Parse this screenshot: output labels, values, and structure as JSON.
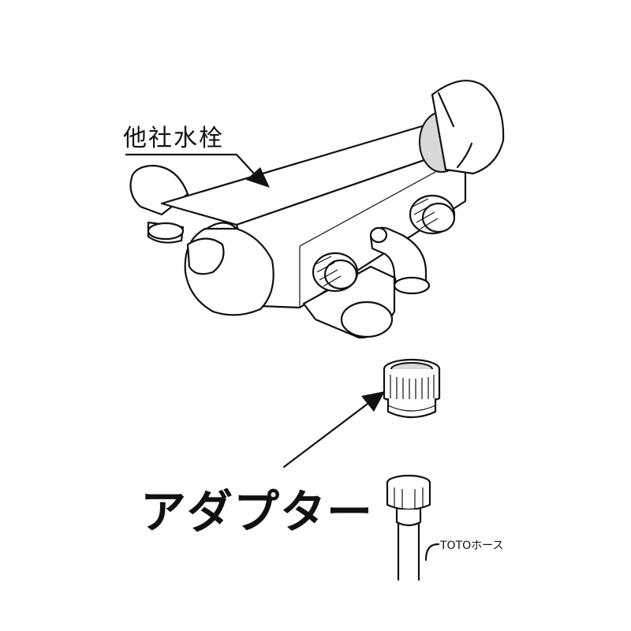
{
  "labels": {
    "other_faucet": "他社水栓",
    "adapter": "アダプター",
    "toto_hose": "TOTOホース"
  },
  "colors": {
    "line": "#111111",
    "background": "#ffffff",
    "shade": "#d8d8d8"
  }
}
